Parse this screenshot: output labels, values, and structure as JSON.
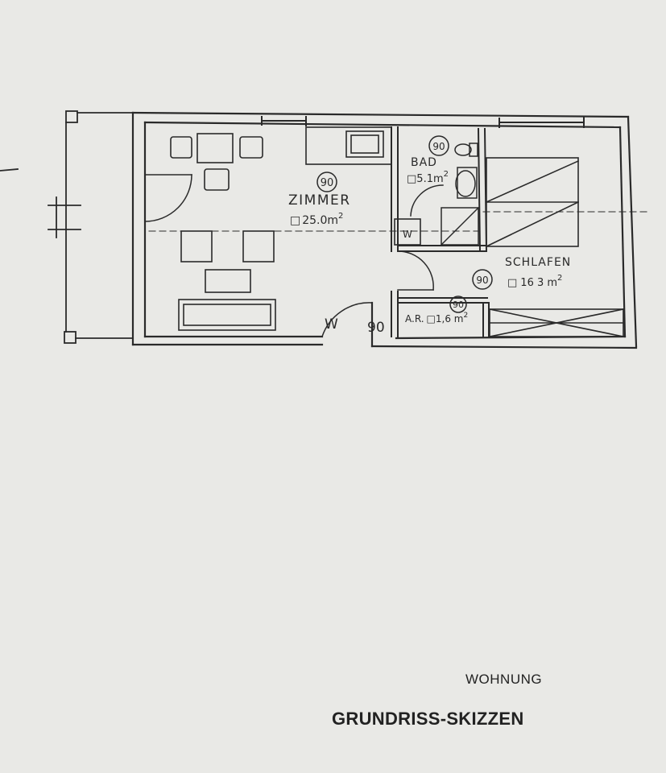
{
  "plan": {
    "rooms": {
      "zimmer": {
        "name": "ZIMMER",
        "area_prefix": "□",
        "area": "25.0m",
        "unit_sup": "2",
        "tag": "90"
      },
      "bad": {
        "name": "BAD",
        "area_prefix": "□",
        "area": "5.1m",
        "unit_sup": "2",
        "tag": "90"
      },
      "schlafen": {
        "name": "SCHLAFEN",
        "area_prefix": "□",
        "area": "16 3 m",
        "unit_sup": "2",
        "tag": "90"
      },
      "ar": {
        "name": "A.R.",
        "area_prefix": "□",
        "area": "1,6 m",
        "unit_sup": "2",
        "tag": "90"
      }
    },
    "marks": {
      "wardrobe": "W",
      "entry_w": "W",
      "entry_90": "90"
    }
  },
  "captions": {
    "subtitle": "WOHNUNG",
    "title": "GRUNDRISS-SKIZZEN"
  },
  "colors": {
    "ink": "#2a2a2a",
    "paper": "#e9e9e6"
  }
}
